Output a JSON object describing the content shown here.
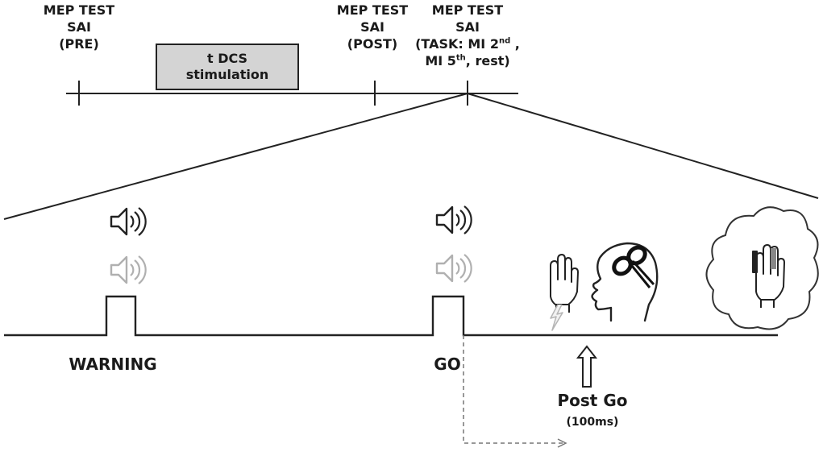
{
  "timeline": {
    "pre": {
      "line1": "MEP TEST",
      "line2": "SAI",
      "line3": "(PRE)"
    },
    "stimulation": {
      "line1": "t DCS",
      "line2": "stimulation"
    },
    "post": {
      "line1": "MEP TEST",
      "line2": "SAI",
      "line3": "(POST)"
    },
    "task": {
      "line1": "MEP TEST",
      "line2": "SAI",
      "line3_a": "(TASK: MI 2",
      "line3_sup": "nd",
      "line3_b": " ,",
      "line4_a": "MI 5",
      "line4_sup": "th",
      "line4_b": ", rest)"
    }
  },
  "trial": {
    "warning_label": "WARNING",
    "go_label": "GO",
    "post_go_label": "Post Go",
    "post_go_time": "(100ms)"
  },
  "icons": [
    "speaker-icon",
    "hand-icon",
    "lightning-icon",
    "head-icon",
    "thought-cloud-icon"
  ],
  "colors": {
    "line": "#222222",
    "box_fill": "#d4d4d4",
    "faded": "#b0b0b0"
  }
}
